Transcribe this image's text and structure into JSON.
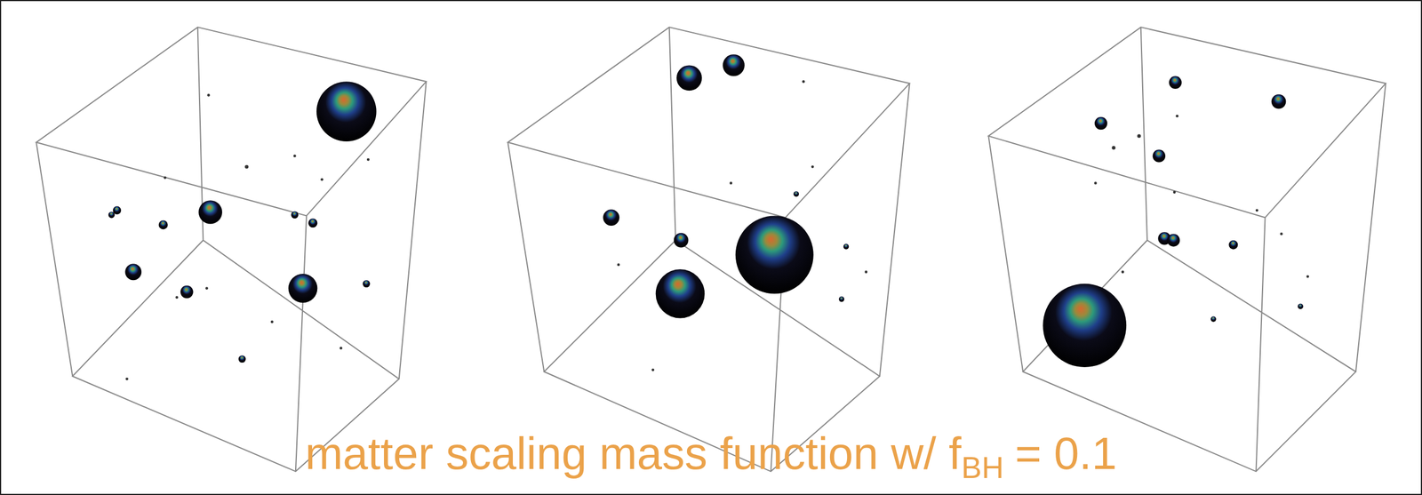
{
  "diagram": {
    "labels": [
      "matter scaling mass function w/ f",
      "BH",
      "= 0.1"
    ]
  }
}
